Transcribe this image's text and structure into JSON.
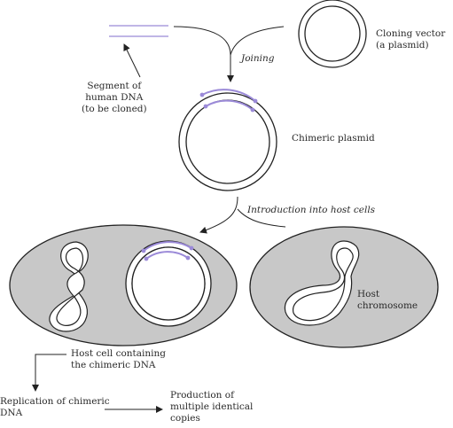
{
  "labels": {
    "segment": "Segment of\nhuman DNA\n(to be cloned)",
    "vector": "Cloning vector\n(a plasmid)",
    "joining": "Joining",
    "chimeric_plasmid": "Chimeric plasmid",
    "introduction": "Introduction into host cells",
    "host_chromosome": "Host\nchromosome",
    "host_cell": "Host cell containing\nthe chimeric DNA",
    "replication": "Replication of chimeric\nDNA",
    "production": "Production of\nmultiple identical\ncopies"
  },
  "colors": {
    "dna_insert": "#9b8ad8",
    "cell_fill": "#c8c8c8",
    "stroke": "#222222"
  }
}
